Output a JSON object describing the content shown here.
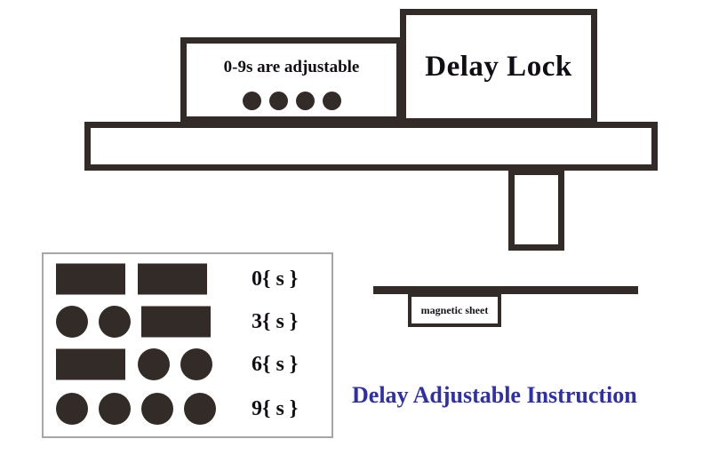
{
  "diagram": {
    "title": "Delay Adjustable Instruction",
    "lock": {
      "title_label": "Delay Lock",
      "adjustable_label": "0-9s are adjustable",
      "dip_switch_count": 4,
      "body_label": "",
      "bolt_label": ""
    },
    "magnet": {
      "label": "magnetic sheet"
    },
    "legend": {
      "rows": [
        {
          "label": "0{ s }",
          "switches": [
            "bar",
            "bar"
          ],
          "delay_seconds": 0
        },
        {
          "label": "3{ s }",
          "switches": [
            "dot",
            "dot",
            "bar"
          ],
          "delay_seconds": 3
        },
        {
          "label": "6{ s }",
          "switches": [
            "bar",
            "dot",
            "dot"
          ],
          "delay_seconds": 6
        },
        {
          "label": "9{ s }",
          "switches": [
            "dot",
            "dot",
            "dot",
            "dot"
          ],
          "delay_seconds": 9
        }
      ]
    },
    "colors": {
      "dark": "#332B28",
      "caption_blue": "#2F2FAD",
      "legend_border": "#a6a6a6",
      "text_black": "#120f14",
      "background": "#ffffff"
    }
  }
}
